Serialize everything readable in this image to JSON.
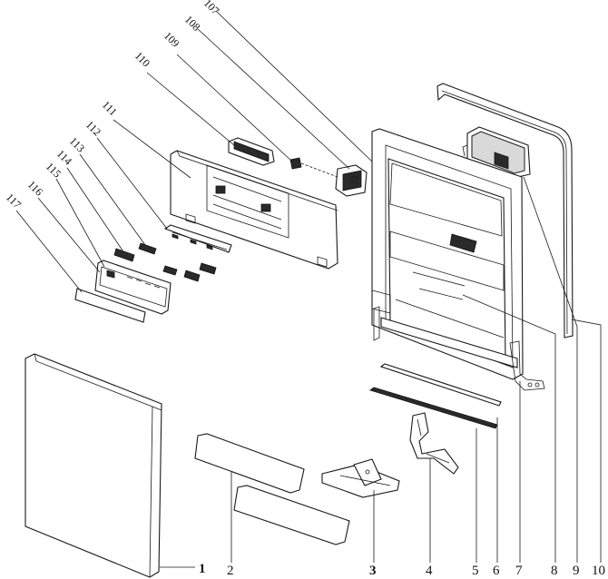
{
  "callouts_bottom": [
    {
      "id": "1",
      "label": "1"
    },
    {
      "id": "2",
      "label": "2"
    },
    {
      "id": "3",
      "label": "3"
    },
    {
      "id": "4",
      "label": "4"
    },
    {
      "id": "5",
      "label": "5"
    },
    {
      "id": "6",
      "label": "6"
    },
    {
      "id": "7",
      "label": "7"
    },
    {
      "id": "8",
      "label": "8"
    },
    {
      "id": "9",
      "label": "9"
    },
    {
      "id": "10",
      "label": "10"
    }
  ],
  "callouts_top": [
    {
      "id": "107",
      "label": "107"
    },
    {
      "id": "108",
      "label": "108"
    },
    {
      "id": "109",
      "label": "109"
    },
    {
      "id": "110",
      "label": "110"
    },
    {
      "id": "111",
      "label": "111"
    },
    {
      "id": "112",
      "label": "112"
    },
    {
      "id": "113",
      "label": "113"
    },
    {
      "id": "114",
      "label": "114"
    },
    {
      "id": "115",
      "label": "115"
    },
    {
      "id": "116",
      "label": "116"
    },
    {
      "id": "117",
      "label": "117"
    }
  ]
}
